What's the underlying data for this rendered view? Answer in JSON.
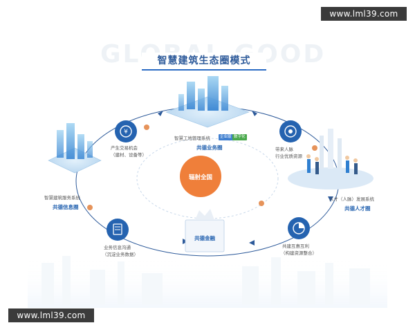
{
  "watermark": {
    "top": "www.lml39.com",
    "bottom": "www.lml39.com"
  },
  "background_text": "GLOBAL GOOD",
  "title": "智慧建筑生态圈模式",
  "center": {
    "label": "辐射全国"
  },
  "nodes": {
    "top": {
      "caption": "智慧工地管理系统",
      "title": "共德业务圈",
      "tags": [
        "企业版",
        "数字化"
      ]
    },
    "left": {
      "caption": "智慧建筑服务系统",
      "title": "共德信息圈"
    },
    "right": {
      "caption": "人才（人脉）发展系统",
      "title": "共德人才圈"
    },
    "bottom": {
      "title": "共德金融"
    }
  },
  "process": {
    "upper_left": {
      "line1": "产生交易机会",
      "line2": "（建材、设备等）"
    },
    "upper_right": {
      "line1": "带来人脉",
      "line2": "行业优质资源"
    },
    "lower_left": {
      "line1": "业务信息沟通",
      "line2": "（沉淀业务数据）"
    },
    "lower_right": {
      "line1": "共建互惠互利",
      "line2": "（构建资源整合）"
    }
  },
  "icons": [
    "yuan-coin-icon",
    "refresh-cycle-icon",
    "document-check-icon",
    "pie-chart-icon"
  ],
  "colors": {
    "primary_blue": "#2563b0",
    "center_orange": "#ef7f3a",
    "accent_dot": "#e6935a",
    "tag_blue": "#3f7fd0",
    "tag_green": "#49a84b"
  }
}
